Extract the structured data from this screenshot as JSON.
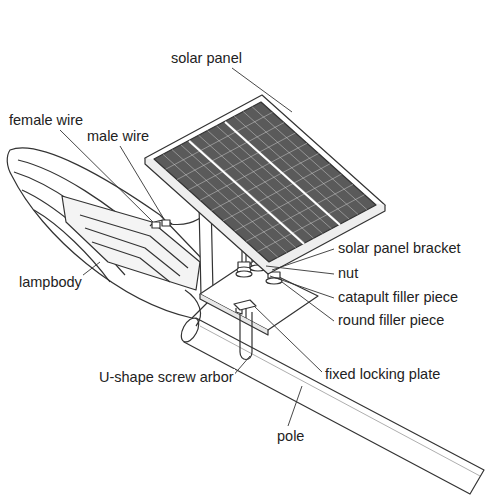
{
  "diagram": {
    "labels": [
      "solar panel",
      "female wire",
      "male wire",
      "lampbody",
      "solar panel bracket",
      "nut",
      "catapult filler piece",
      "round filler piece",
      "fixed locking plate",
      "U-shape screw arbor",
      "pole"
    ]
  }
}
